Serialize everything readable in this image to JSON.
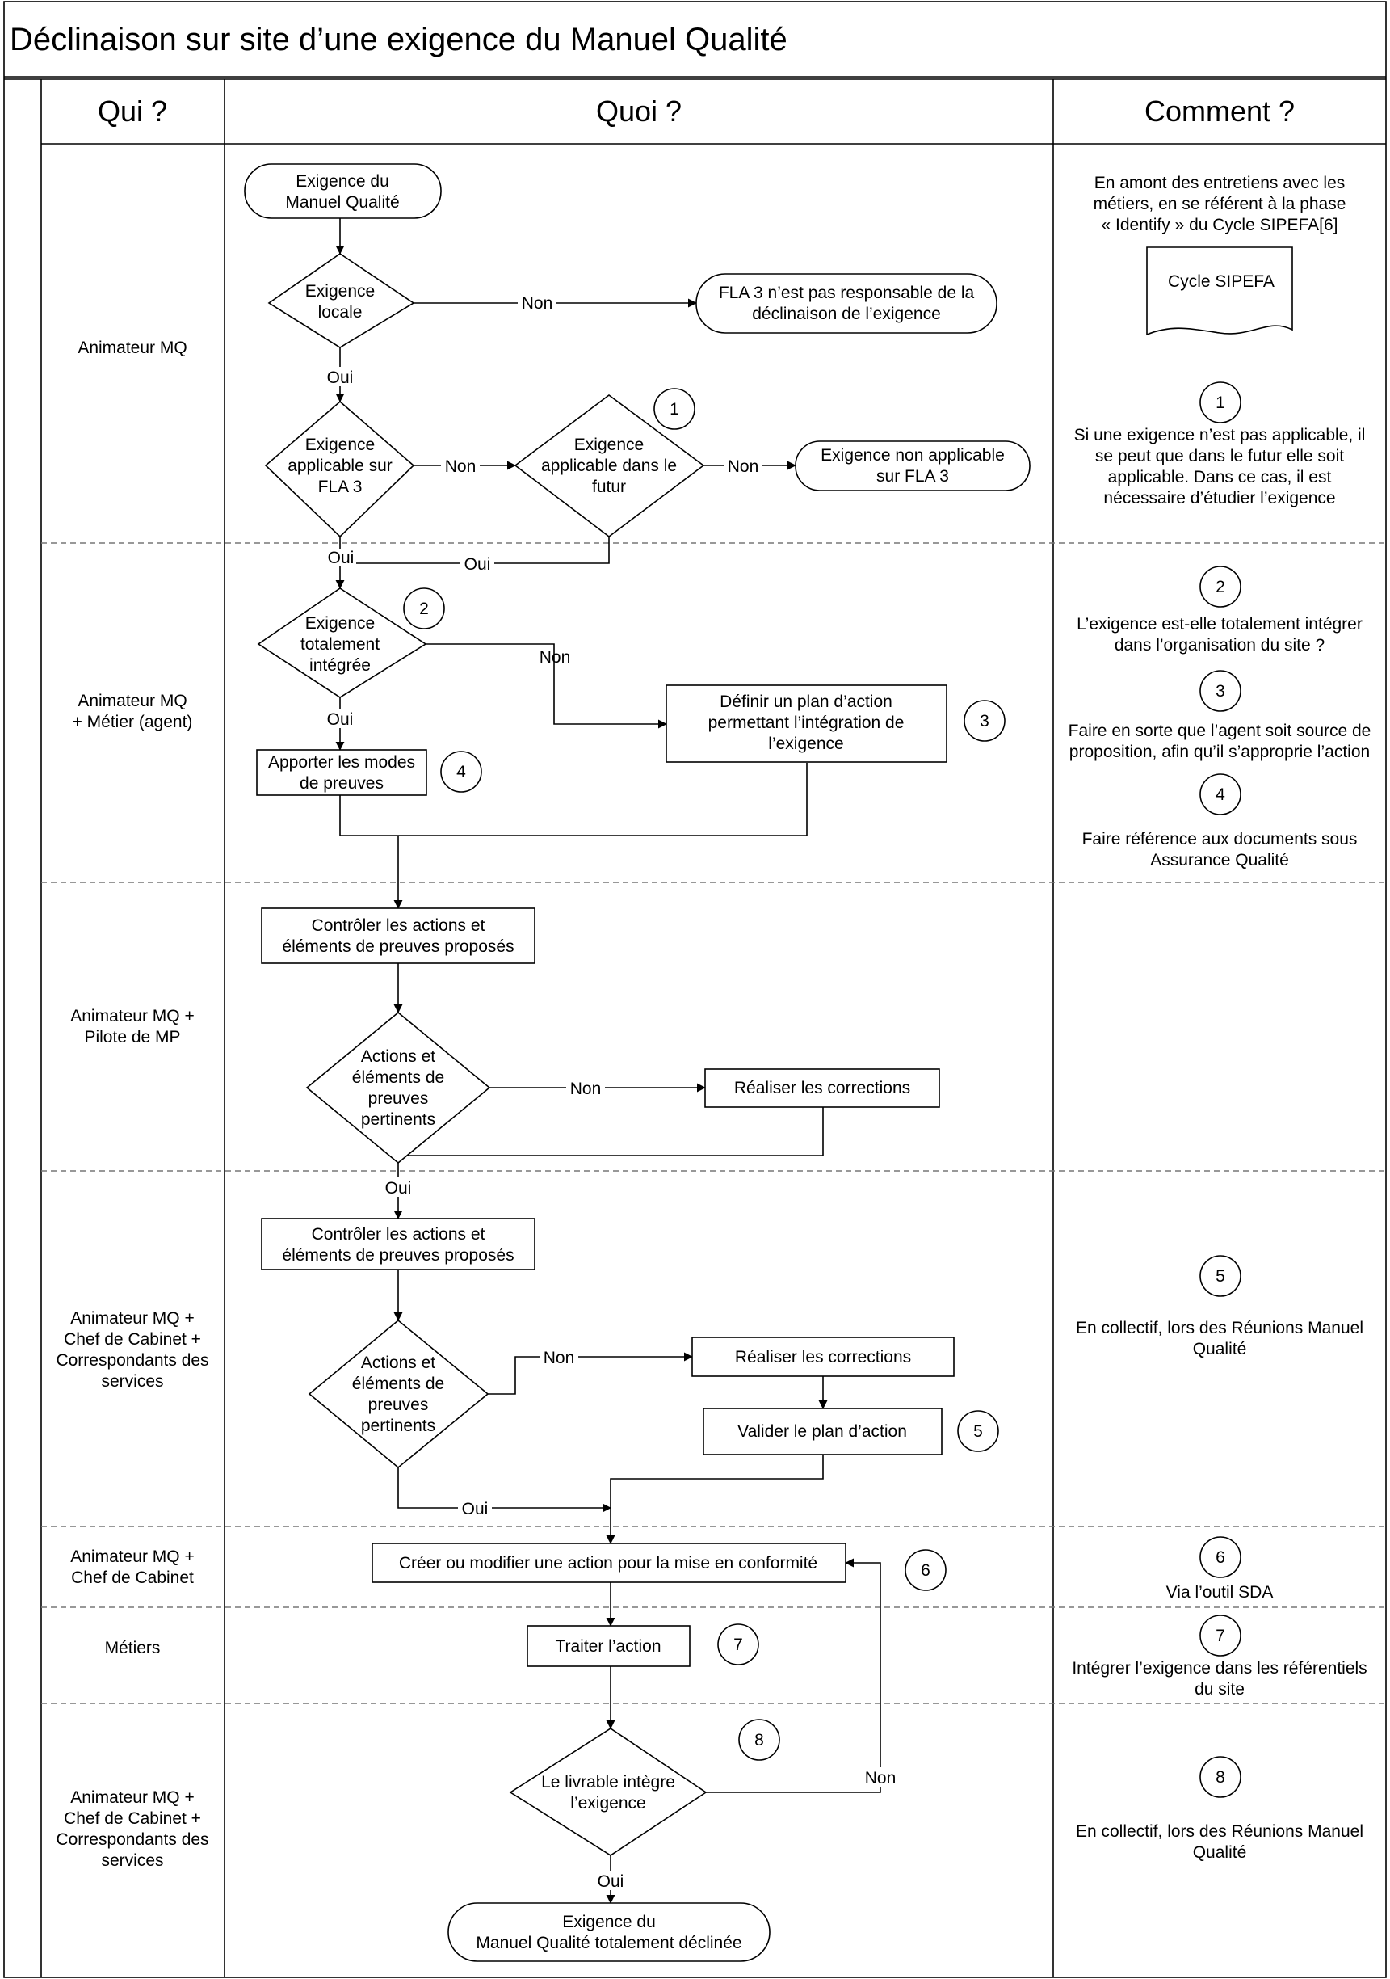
{
  "title": "Déclinaison sur site d’une exigence du Manuel Qualité",
  "columns": {
    "who": "Qui ?",
    "what": "Quoi ?",
    "how": "Comment ?"
  },
  "lanes": [
    [
      "Animateur MQ"
    ],
    [
      "Animateur MQ",
      "+ Métier (agent)"
    ],
    [
      "Animateur MQ +",
      "Pilote de MP"
    ],
    [
      "Animateur MQ +",
      "Chef de Cabinet +",
      "Correspondants des",
      "services"
    ],
    [
      "Animateur MQ +",
      "Chef de Cabinet"
    ],
    [
      "Métiers"
    ],
    [
      "Animateur MQ +",
      "Chef de Cabinet +",
      "Correspondants des",
      "services"
    ]
  ],
  "nodes": {
    "start": [
      "Exigence du",
      "Manuel Qualité"
    ],
    "d_local": [
      "Exigence",
      "locale"
    ],
    "not_resp": [
      "FLA 3 n’est pas responsable de la",
      "déclinaison de l’exigence"
    ],
    "d_appl": [
      "Exigence",
      "applicable sur",
      "FLA 3"
    ],
    "d_future": [
      "Exigence",
      "applicable dans le",
      "futur"
    ],
    "not_appl": [
      "Exigence non applicable",
      "sur FLA 3"
    ],
    "d_integ": [
      "Exigence",
      "totalement",
      "intégrée"
    ],
    "plan": [
      "Définir un plan d’action",
      "permettant l’intégration de",
      "l’exigence"
    ],
    "proofs": [
      "Apporter les modes",
      "de preuves"
    ],
    "ctrl1": [
      "Contrôler les actions et",
      "éléments de preuves proposés"
    ],
    "d_pert1": [
      "Actions et",
      "éléments de",
      "preuves",
      "pertinents"
    ],
    "corr1": [
      "Réaliser les corrections"
    ],
    "ctrl2": [
      "Contrôler les actions et",
      "éléments de preuves proposés"
    ],
    "d_pert2": [
      "Actions et",
      "éléments de",
      "preuves",
      "pertinents"
    ],
    "corr2": [
      "Réaliser les corrections"
    ],
    "valid": [
      "Valider le plan d’action"
    ],
    "create": [
      "Créer ou modifier une action pour la mise en conformité"
    ],
    "treat": [
      "Traiter l’action"
    ],
    "d_deliv": [
      "Le livrable intègre",
      "l’exigence"
    ],
    "end": [
      "Exigence du",
      "Manuel Qualité totalement déclinée"
    ]
  },
  "edge_labels": {
    "non": "Non",
    "oui": "Oui"
  },
  "markers": [
    "1",
    "2",
    "3",
    "4",
    "5",
    "6",
    "7",
    "8"
  ],
  "comments": {
    "intro": [
      "En amont des entretiens avec les",
      "métiers, en se référent à la phase",
      "« Identify » du Cycle SIPEFA[6]"
    ],
    "doc": "Cycle SIPEFA",
    "c1": [
      "Si une exigence n’est pas applicable, il",
      "se peut que dans le futur elle soit",
      "applicable. Dans ce cas, il est",
      "nécessaire d’étudier l’exigence"
    ],
    "c2": [
      "L’exigence est-elle totalement intégrer",
      "dans l’organisation du site ?"
    ],
    "c3": [
      "Faire en sorte que l’agent soit source de",
      "proposition, afin qu’il s’approprie l’action"
    ],
    "c4": [
      "Faire référence aux documents sous",
      "Assurance Qualité"
    ],
    "c5": [
      "En collectif, lors des Réunions Manuel",
      "Qualité"
    ],
    "c6": [
      "Via l’outil SDA"
    ],
    "c7": [
      "Intégrer l’exigence dans les référentiels",
      "du site"
    ],
    "c8": [
      "En collectif, lors des Réunions Manuel",
      "Qualité"
    ]
  }
}
